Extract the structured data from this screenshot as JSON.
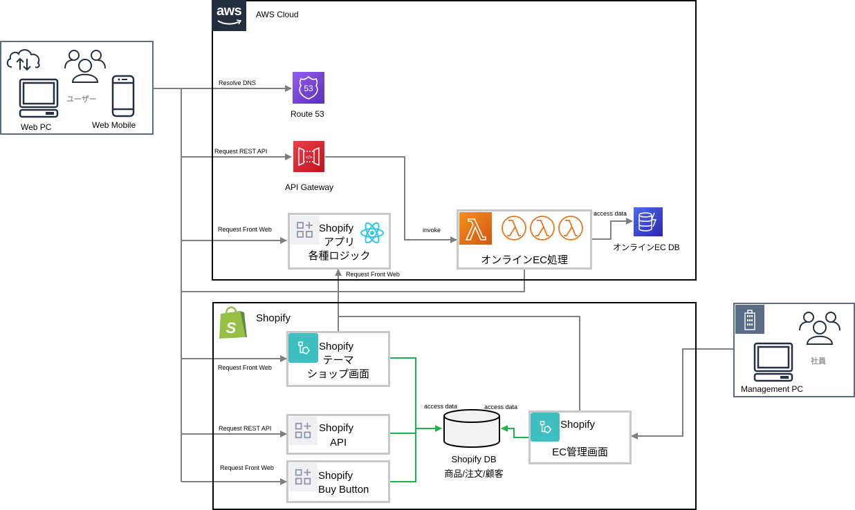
{
  "clients": {
    "user_label": "ユーザー",
    "web_pc": "Web PC",
    "web_mobile": "Web Mobile"
  },
  "aws": {
    "logo_text": "aws",
    "title": "AWS Cloud",
    "route53": "Route 53",
    "api_gateway": "API Gateway",
    "shopify_app": {
      "line1": "Shopify",
      "line2": "アプリ",
      "line3": "各種ロジック"
    },
    "lambda_group": "オンラインEC処理",
    "online_db": "オンラインEC DB"
  },
  "shopify": {
    "title": "Shopify",
    "theme": {
      "line1": "Shopify",
      "line2": "テーマ",
      "line3": "ショップ画面"
    },
    "api": {
      "line1": "Shopify",
      "line2": "API"
    },
    "buy_button": {
      "line1": "Shopify",
      "line2": "Buy Button"
    },
    "db": {
      "line1": "Shopify DB",
      "line2": "商品/注文/顧客"
    },
    "admin": {
      "line1": "Shopify",
      "line2": "EC管理画面"
    }
  },
  "management": {
    "staff_label": "社員",
    "pc_label": "Management PC"
  },
  "edges": {
    "resolve_dns": "Resolve DNS",
    "request_rest_api": "Request REST API",
    "request_front_web_app": "Request Front Web",
    "invoke": "invoke",
    "access_data_online": "access data",
    "request_front_web_up": "Request Front Web",
    "request_front_web_theme": "Request Front Web",
    "request_rest_api_shopify": "Request REST API",
    "request_front_web_buy": "Request Front Web",
    "access_data_left": "access data",
    "access_data_right": "access data"
  },
  "colors": {
    "wire": "#7f7f7f",
    "green_wire": "#1db34a",
    "route53": "#7b3fe4",
    "api_gateway": "#d6242d",
    "lambda": "#e8741a",
    "dynamodb": "#3f48cc",
    "shopify_teal": "#3fbfbf",
    "shopify_green": "#95bf47",
    "aws_dark": "#232f3e",
    "slate": "#5a6b86"
  }
}
